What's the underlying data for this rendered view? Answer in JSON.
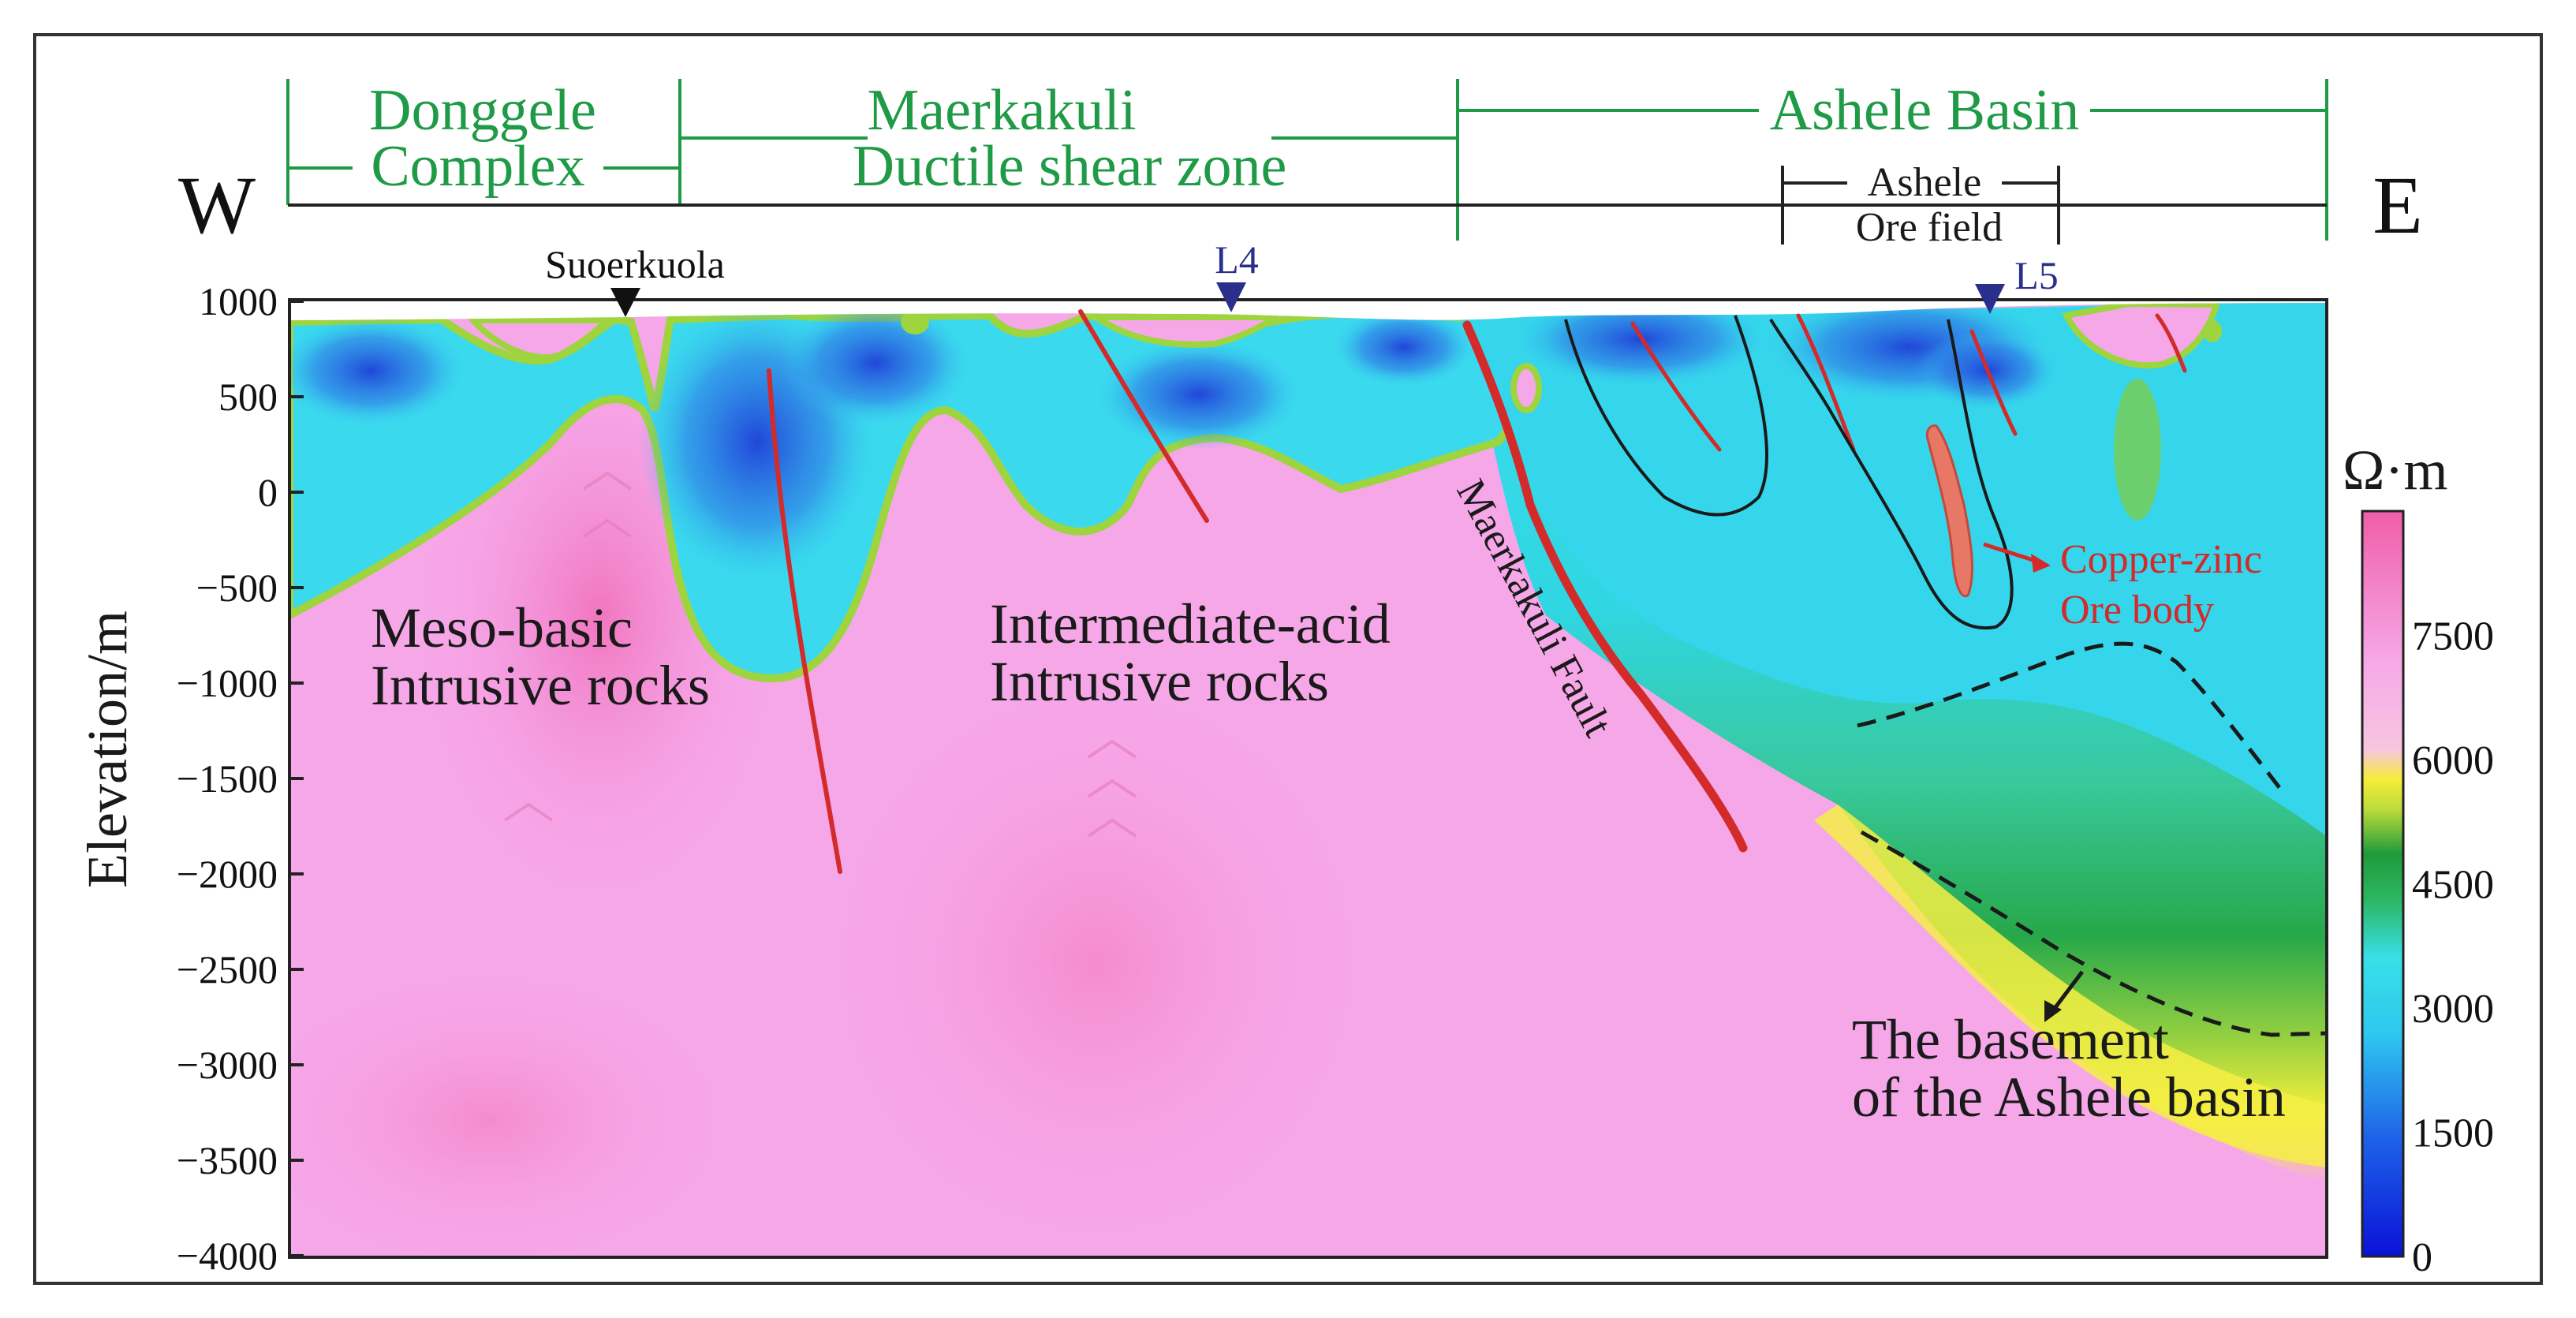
{
  "colors": {
    "zone_lines": "#1f9a47",
    "fault": "#d32a2a",
    "station_black": "#111111",
    "station_blue": "#2a2f8c",
    "copper_label": "#d32a2a",
    "high_resistivity": "#f6a7e8",
    "low_resistivity": "#0a2fe0"
  },
  "zones": [
    {
      "line1": "Donggele",
      "line2": "Complex"
    },
    {
      "line1": "Maerkakuli",
      "line2": "Ductile shear zone"
    },
    {
      "line1": "Ashele Basin",
      "line2": ""
    }
  ],
  "ore_field": {
    "line1": "Ashele",
    "line2": "Ore field"
  },
  "direction": {
    "west": "W",
    "east": "E"
  },
  "axis": {
    "ylabel": "Elevation/m",
    "ticks": [
      "1000",
      "500",
      "0",
      "−500",
      "−1000",
      "−1500",
      "−2000",
      "−2500",
      "−3000",
      "−3500",
      "−4000"
    ]
  },
  "stations": [
    {
      "name": "Suoerkuola"
    },
    {
      "name": "L4"
    },
    {
      "name": "L5"
    }
  ],
  "labels": {
    "meso_basic": [
      "Meso-basic",
      "Intrusive rocks"
    ],
    "intermediate_acid": [
      "Intermediate-acid",
      "Intrusive rocks"
    ],
    "fault": "Maerkakuli Fault",
    "copper_zinc": [
      "Copper-zinc",
      "Ore body"
    ],
    "basement": [
      "The basement",
      "of the Ashele basin"
    ]
  },
  "colorbar": {
    "unit": "Ω·m",
    "ticks": [
      "7500",
      "6000",
      "4500",
      "3000",
      "1500",
      "0"
    ]
  }
}
